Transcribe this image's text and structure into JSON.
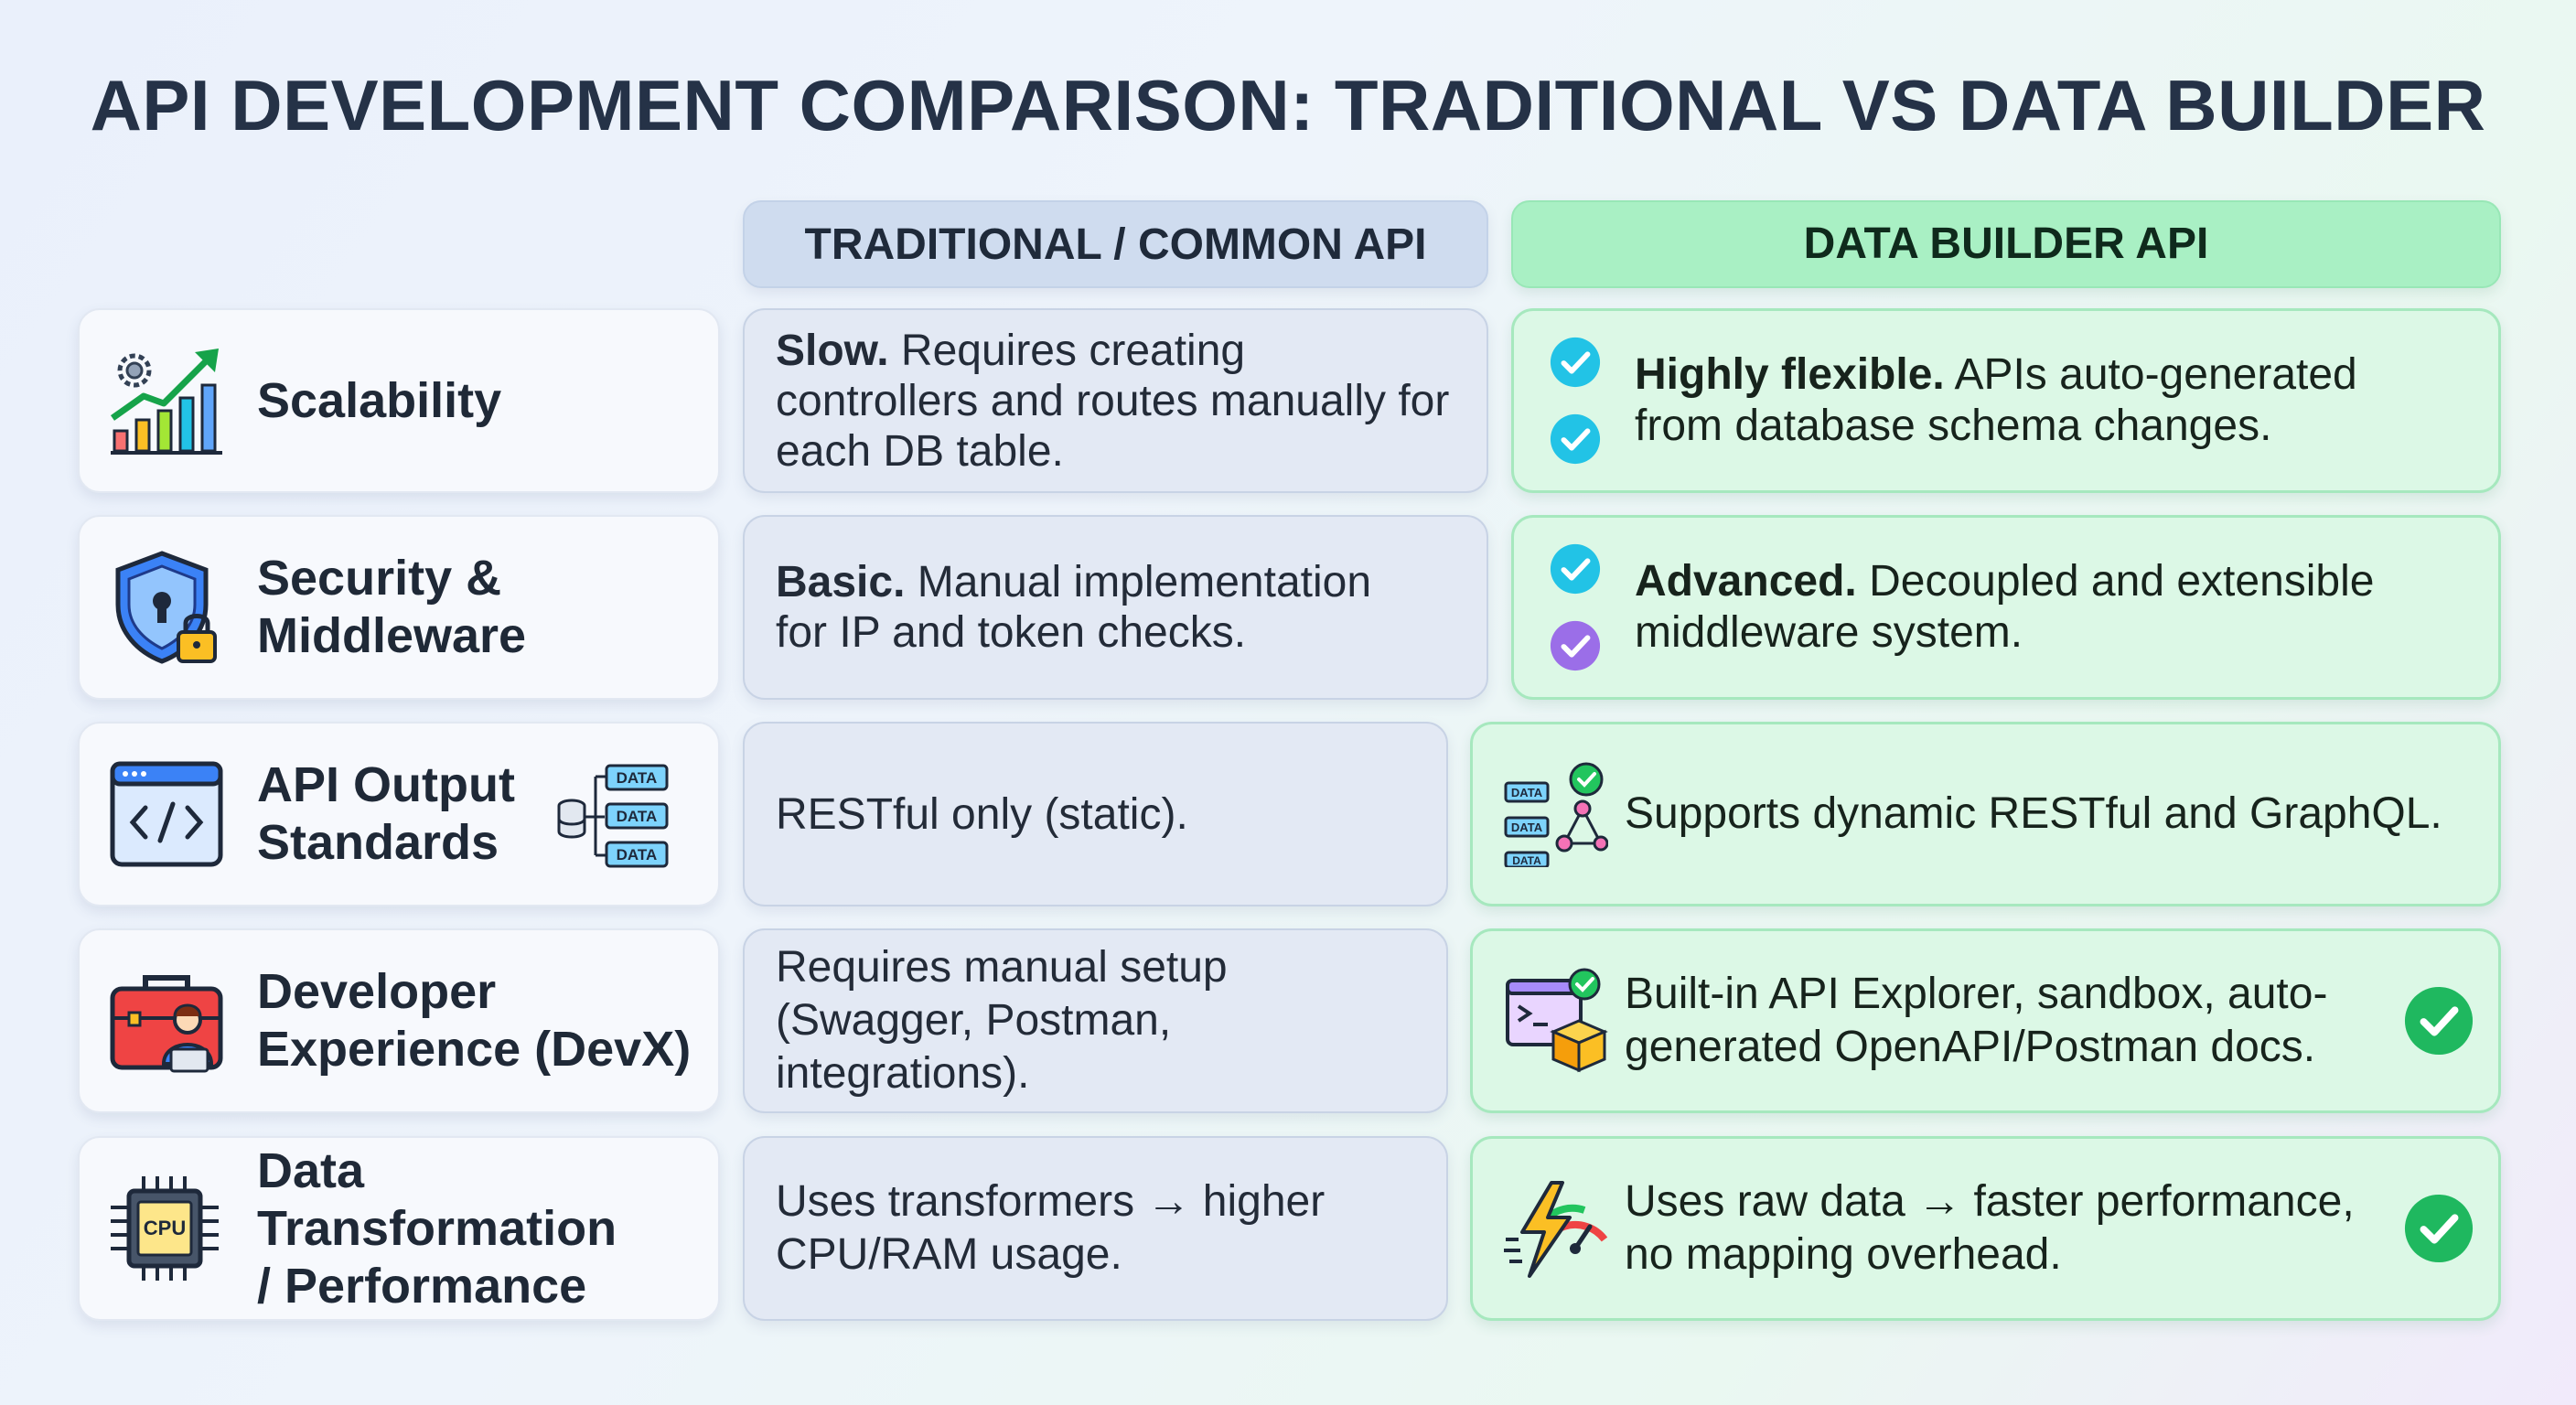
{
  "title": "API DEVELOPMENT COMPARISON: TRADITIONAL VS DATA BUILDER",
  "columns": {
    "traditional": "TRADITIONAL / COMMON API",
    "data_builder": "DATA BUILDER API"
  },
  "rows": [
    {
      "feature": "Scalability",
      "feature_icon": "growth-chart-gear-icon",
      "traditional_bold": "Slow.",
      "traditional_text": " Requires creating controllers and routes manually for each DB table.",
      "data_builder_bold": "Highly flexible.",
      "data_builder_text": " APIs auto-generated from database schema changes."
    },
    {
      "feature_line1": "Security &",
      "feature_line2": "Middleware",
      "feature_icon": "shield-lock-icon",
      "traditional_bold": "Basic.",
      "traditional_text": " Manual implementation for IP and token checks.",
      "data_builder_bold": "Advanced.",
      "data_builder_text": " Decoupled and extensible middleware system."
    },
    {
      "feature_line1": "API Output",
      "feature_line2": "Standards",
      "feature_icon": "code-window-icon",
      "feature_icon_extra": "data-stack-icon",
      "data_tag": "DATA",
      "traditional_text": "RESTful only (static).",
      "data_builder_text": "Supports dynamic RESTful and GraphQL."
    },
    {
      "feature_line1": "Developer",
      "feature_line2": "Experience (DevX)",
      "feature_icon": "toolbox-developer-icon",
      "traditional_text": "Requires manual setup (Swagger, Postman, integrations).",
      "data_builder_text": "Built-in API Explorer, sandbox, auto-generated OpenAPI/Postman docs."
    },
    {
      "feature_line1": "Data Transformation",
      "feature_line2": "/ Performance",
      "feature_icon": "cpu-chip-icon",
      "cpu_label": "CPU",
      "traditional_text": "Uses transformers → higher CPU/RAM usage.",
      "data_builder_text": "Uses raw data → faster performance, no mapping overhead."
    }
  ],
  "colors": {
    "teal_check": "#22c3e6",
    "purple_check": "#9b6ee8",
    "green_check": "#1fb85f",
    "trad_header": "#cfdcef",
    "db_header": "#a9f0c4"
  }
}
